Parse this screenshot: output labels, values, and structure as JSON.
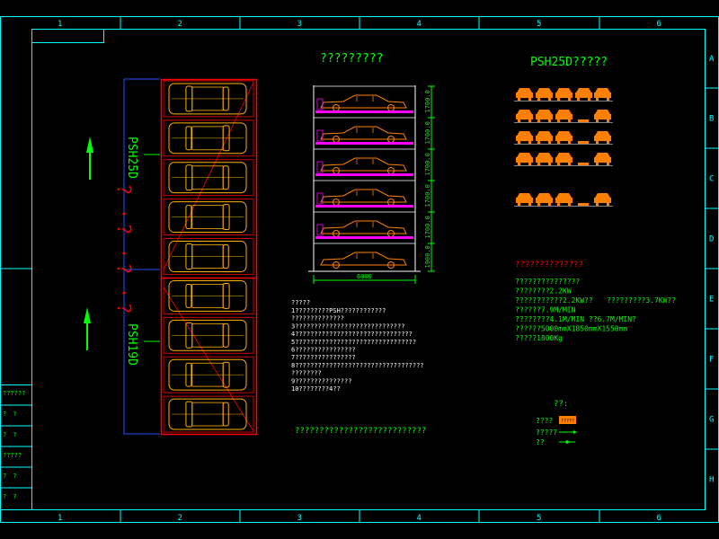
{
  "colors": {
    "background": "#000000",
    "frame": "#00ffff",
    "grid_lines": "#00ffff",
    "text_green": "#00ff00",
    "text_white": "#ffffff",
    "text_red": "#ff0000",
    "car_orange": "#ff8000",
    "car_outline": "#ffb000",
    "pallet_magenta": "#ff00ff",
    "column_red": "#ff0000",
    "dim_green": "#00ff00",
    "arrow_green": "#00ff00",
    "blue_line": "#2050ff"
  },
  "border": {
    "top_numbers": [
      "1",
      "2",
      "3",
      "4",
      "5",
      "6"
    ],
    "bottom_numbers": [
      "1",
      "2",
      "3",
      "4",
      "5",
      "6"
    ],
    "side_letters": [
      "A",
      "B",
      "C",
      "D",
      "E",
      "F",
      "G",
      "H"
    ]
  },
  "plan_view": {
    "label_upper": "PSH25D",
    "label_lower": "PSH19D",
    "red_question_marks": "？·？·？·？",
    "rows": 9
  },
  "elevation": {
    "title": "?????????",
    "level_dims": [
      "1700.0",
      "1700.0",
      "1700.0",
      "1700.0",
      "1700.0",
      "1900.0"
    ],
    "width_dim": "6000"
  },
  "notes": {
    "heading": "?????",
    "lines": [
      "1?????????PSH????????????",
      "??????????????",
      "3?????????????????????????????",
      "4???????????????????????????????",
      "5????????????????????????????????",
      "6????????????????",
      "7????????????????",
      "8??????????????????????????????????",
      "????????",
      "9???????????????",
      "10????????4??"
    ]
  },
  "bottom_caption": "???????????????????????????",
  "combo": {
    "title": "PSH25D?????",
    "rows": [
      [
        1,
        1,
        1,
        1,
        1
      ],
      [
        1,
        1,
        1,
        0,
        1
      ],
      [
        1,
        1,
        1,
        0,
        1
      ],
      [
        1,
        1,
        1,
        0,
        1
      ],
      [
        1,
        1,
        1,
        0,
        1
      ]
    ]
  },
  "specs": {
    "heading": "??????????????",
    "lines": [
      "???????????????",
      "????????2.2KW",
      "???????????2.2KW??",
      "??????7.9M/MIN",
      "????????4.1M/MIN ??6.7M/MIN?",
      "??????5000mmX1850mmX1550mm",
      "?????1800Kg"
    ],
    "line3_extra": "?????????3.7KW??"
  },
  "legend": {
    "title": "??:",
    "items": [
      {
        "label": "????",
        "swatch_text": "?????"
      },
      {
        "label": "?????",
        "swatch_text": ""
      },
      {
        "label": "??",
        "swatch_text": ""
      }
    ]
  },
  "title_block": {
    "rows": [
      "??????",
      "?　?",
      "?　?",
      "?????",
      "?　?",
      "?　?"
    ]
  }
}
